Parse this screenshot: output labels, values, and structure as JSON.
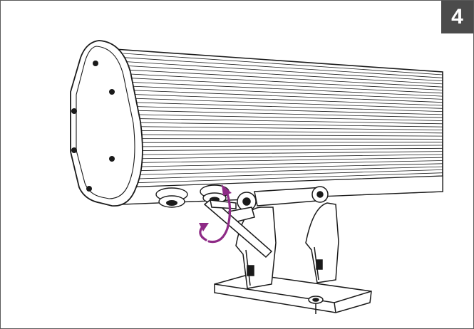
{
  "step": {
    "number": "4"
  },
  "illustration": {
    "subject": "linear-fixture-mounting-bracket",
    "action": "tighten-bracket-knob",
    "colors": {
      "line": "#1a1a1a",
      "fill": "#ffffff",
      "arrow": "#8e2a86",
      "badge": "#4b4b4b"
    }
  }
}
